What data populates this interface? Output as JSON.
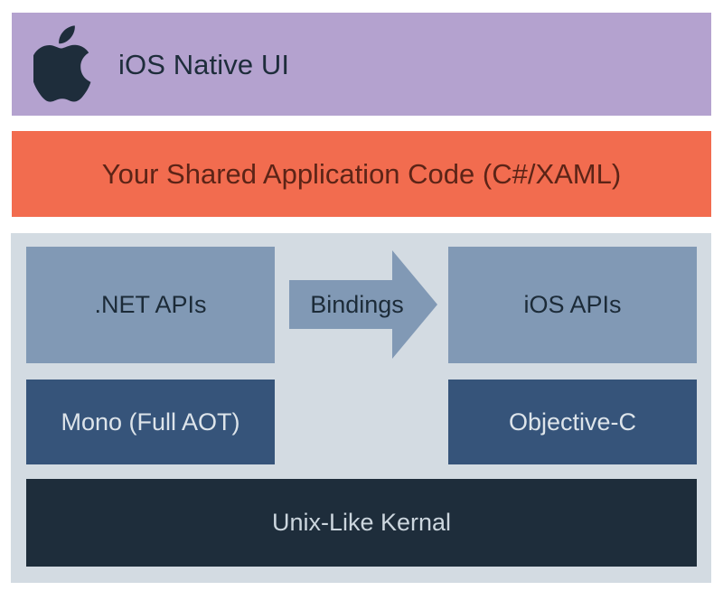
{
  "diagram": {
    "title": "iOS Native UI",
    "colors": {
      "native_band": "#b4a2cf",
      "shared_band": "#f26c4f",
      "platform_container": "#d3dbe2",
      "api_box": "#8199b5",
      "runtime_box": "#36547a",
      "kernel_box": "#1e2d3b",
      "apple_logo": "#1e2d3b",
      "native_text": "#1e2d3b",
      "shared_text": "#5c2417",
      "light_text": "#dde4ea"
    },
    "native_layer": {
      "logo_name": "apple-logo-icon",
      "label": "iOS Native UI"
    },
    "shared_layer": {
      "label": "Your Shared Application Code (C#/XAML)"
    },
    "platform_layer": {
      "api_row": {
        "left_label": ".NET APIs",
        "arrow_label": "Bindings",
        "arrow_icon": "right-arrow-icon",
        "right_label": "iOS APIs"
      },
      "runtime_row": {
        "left_label": "Mono (Full AOT)",
        "right_label": "Objective-C"
      },
      "kernel_row": {
        "label": "Unix-Like Kernal"
      }
    }
  }
}
